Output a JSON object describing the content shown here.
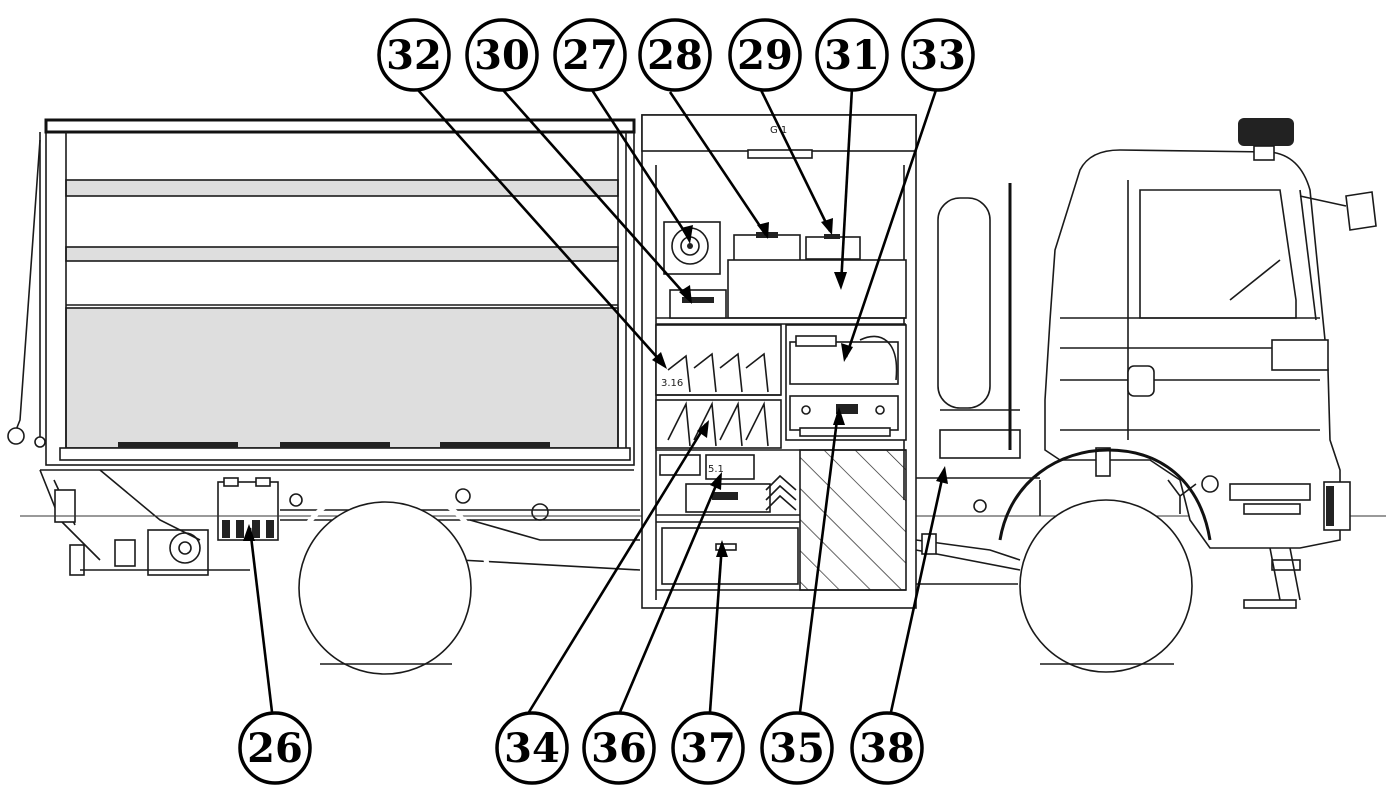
{
  "figure": {
    "panel_label": "G 1",
    "shelf_label": "3.16",
    "bin_label": "5.1"
  },
  "callouts": [
    {
      "id": "c26",
      "label": "26"
    },
    {
      "id": "c27",
      "label": "27"
    },
    {
      "id": "c28",
      "label": "28"
    },
    {
      "id": "c29",
      "label": "29"
    },
    {
      "id": "c30",
      "label": "30"
    },
    {
      "id": "c31",
      "label": "31"
    },
    {
      "id": "c32",
      "label": "32"
    },
    {
      "id": "c33",
      "label": "33"
    },
    {
      "id": "c34",
      "label": "34"
    },
    {
      "id": "c35",
      "label": "35"
    },
    {
      "id": "c36",
      "label": "36"
    },
    {
      "id": "c37",
      "label": "37"
    },
    {
      "id": "c38",
      "label": "38"
    }
  ],
  "colors": {
    "line": "#1a1a1a",
    "panel_fill": "#dedede",
    "background": "#ffffff"
  }
}
